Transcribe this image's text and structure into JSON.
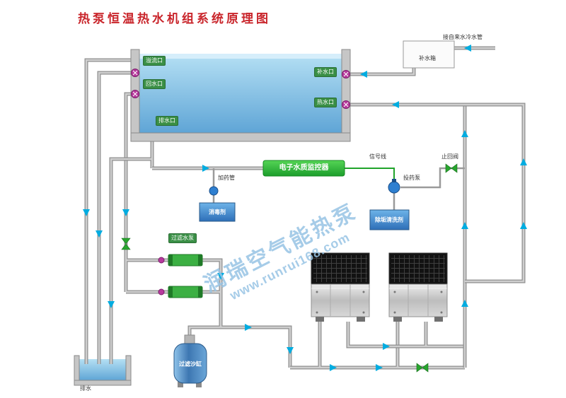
{
  "title": "热泵恒温热水机组系统原理图",
  "watermark": {
    "brand": "润瑞空气能热泵",
    "url": "www.runrui168.com"
  },
  "pool": {
    "overflow_port": "溢流口",
    "return_port": "回水口",
    "drain_port": "排水口",
    "makeup_port": "补水口",
    "hot_water_port": "热水口"
  },
  "makeup": {
    "tank": "补水箱",
    "tap_note": "接自来水冷水管"
  },
  "monitor": {
    "label": "电子水质监控器",
    "signal": "信号线",
    "check_valve": "止回阀",
    "dosing_pump": "投药泵",
    "dosing_pipe": "加药管",
    "disinfectant": "消毒剂",
    "descaler": "除垢清洗剂"
  },
  "filtration": {
    "pumps": "过滤水泵",
    "sand_filter": "过滤沙缸",
    "drain": "排水"
  },
  "colors": {
    "title_red": "#c9252b",
    "pipe_gray": "#8f8f8f",
    "water_blue": "#64a9d8",
    "arrow_cyan": "#00ace0",
    "monitor_green": "#1c9e2c",
    "valve_magenta": "#b83a9e",
    "watermark_blue": "#96c3e4"
  }
}
